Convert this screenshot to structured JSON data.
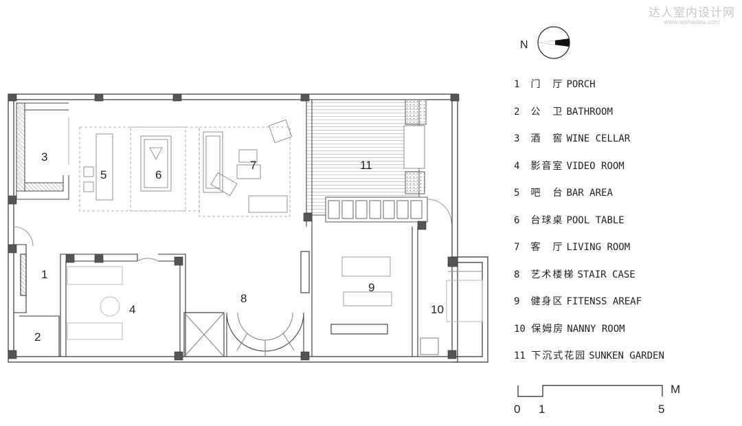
{
  "watermark": {
    "text": "达人室内设计网",
    "url": "www.wonadea.com"
  },
  "north_label": "N",
  "room_numbers": [
    "1",
    "2",
    "3",
    "4",
    "5",
    "6",
    "7",
    "8",
    "9",
    "10",
    "11"
  ],
  "legend": [
    {
      "num": "1",
      "cn": "门　厅",
      "en": "PORCH"
    },
    {
      "num": "2",
      "cn": "公　卫",
      "en": "BATHROOM"
    },
    {
      "num": "3",
      "cn": "酒　窖",
      "en": "WINE CELLAR"
    },
    {
      "num": "4",
      "cn": "影音室",
      "en": "VIDEO ROOM"
    },
    {
      "num": "5",
      "cn": "吧　台",
      "en": "BAR AREA"
    },
    {
      "num": "6",
      "cn": "台球桌",
      "en": "POOL TABLE"
    },
    {
      "num": "7",
      "cn": "客　厅",
      "en": "LIVING ROOM"
    },
    {
      "num": "8",
      "cn": "艺术楼梯",
      "en": "STAIR CASE"
    },
    {
      "num": "9",
      "cn": "健身区",
      "en": "FITENSS AREAF"
    },
    {
      "num": "10",
      "cn": "保姆房",
      "en": "NANNY ROOM"
    },
    {
      "num": "11",
      "cn": "下沉式花园",
      "en": "SUNKEN GARDEN"
    }
  ],
  "scale": {
    "unit": "M",
    "ticks": [
      "0",
      "1",
      "5"
    ]
  },
  "colors": {
    "line": "#333333",
    "wall_fill": "#ffffff",
    "column": "#555555",
    "text": "#222222",
    "watermark": "#c8c8c8"
  }
}
